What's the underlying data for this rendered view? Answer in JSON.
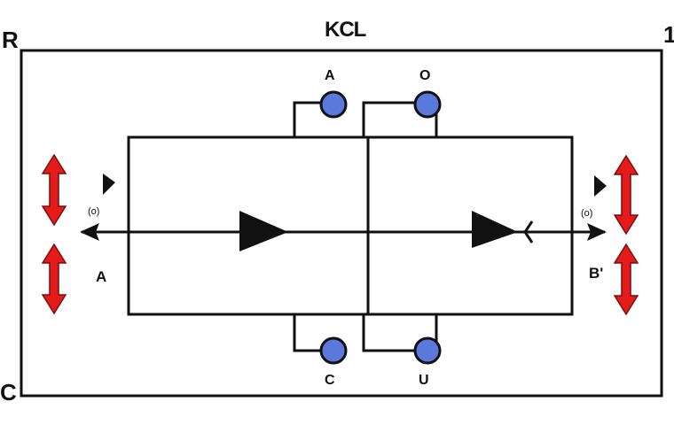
{
  "title": "KCL",
  "corners": {
    "top_left": "R",
    "top_right": "1",
    "bottom_left": "C"
  },
  "nodes": [
    {
      "id": "A",
      "label": "A"
    },
    {
      "id": "O",
      "label": "O"
    },
    {
      "id": "C",
      "label": "C"
    },
    {
      "id": "U",
      "label": "U"
    }
  ],
  "side_labels": {
    "left": "A",
    "right": "B'"
  },
  "small_marks": {
    "left": "(o)",
    "right": "(o)"
  },
  "colors": {
    "line": "#111111",
    "node_fill": "#5b78dd",
    "node_stroke": "#111111",
    "arrow_red": "#e51b1b"
  }
}
